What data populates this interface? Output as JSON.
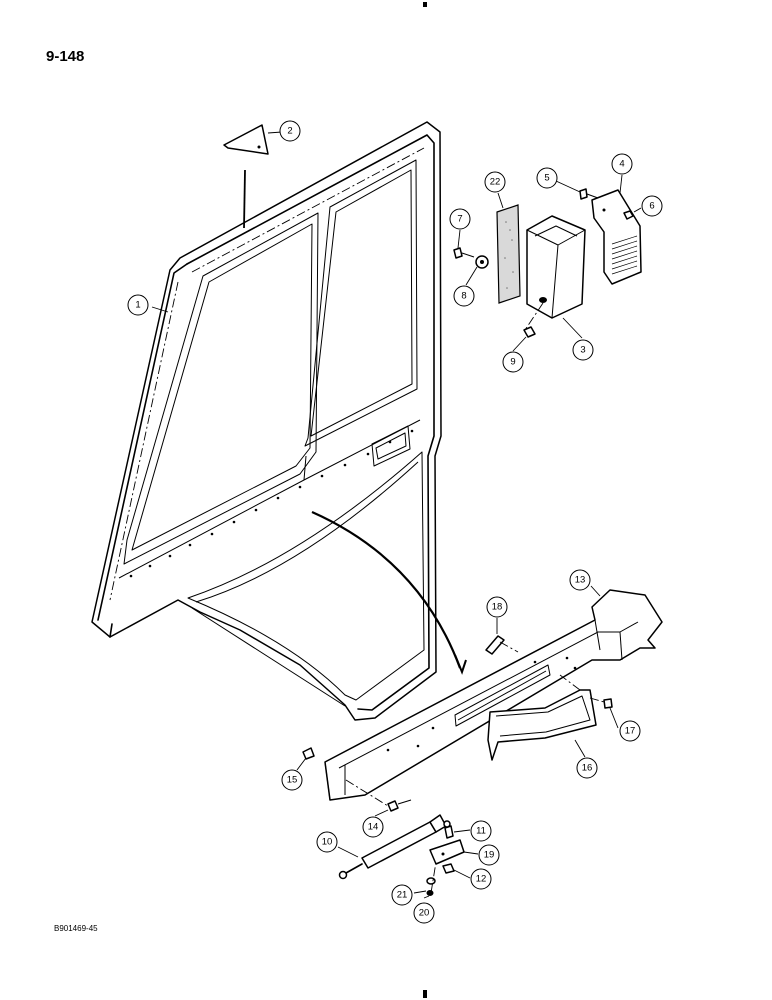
{
  "page_number": "9-148",
  "figure_code": "B901469-45",
  "callouts": [
    "1",
    "2",
    "3",
    "4",
    "5",
    "6",
    "7",
    "8",
    "9",
    "10",
    "11",
    "12",
    "13",
    "14",
    "15",
    "16",
    "17",
    "18",
    "19",
    "20",
    "21",
    "22"
  ]
}
